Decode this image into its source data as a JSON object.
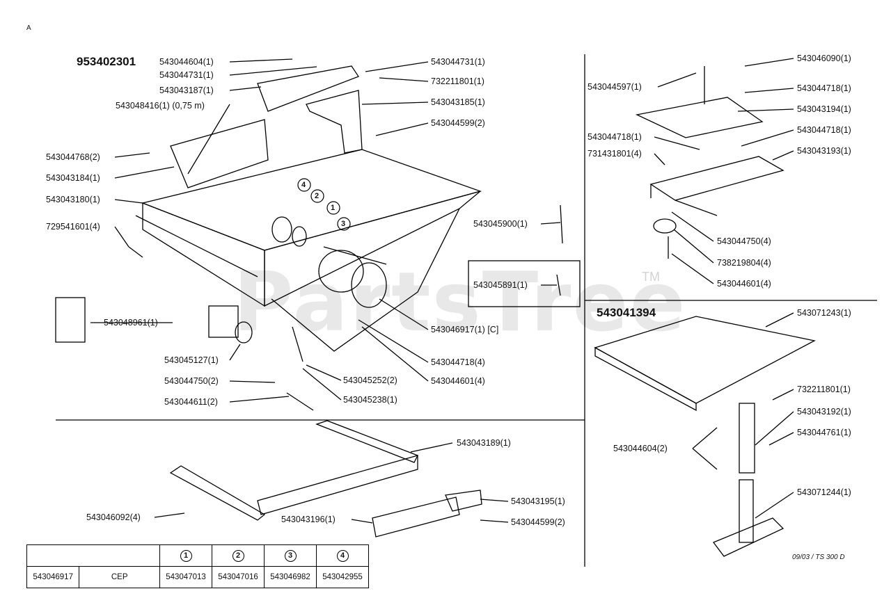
{
  "corner_mark": "A",
  "assembly_main": "953402301",
  "assembly_stand": "543041394",
  "doc_ref": "09/03 / TS 300 D",
  "watermark": "PartsTree",
  "trademark": "TM",
  "callouts_main": {
    "c01": "543044604(1)",
    "c02": "543044731(1)",
    "c03": "543043187(1)",
    "c04": "543048416(1) (0,75 m)",
    "c05": "543044768(2)",
    "c06": "543043184(1)",
    "c07": "543043180(1)",
    "c08": "729541601(4)",
    "c09": "543048961(1)",
    "c10": "543045127(1)",
    "c11": "543044750(2)",
    "c12": "543044611(2)",
    "c13": "543044731(1)",
    "c14": "732211801(1)",
    "c15": "543043185(1)",
    "c16": "543044599(2)",
    "c17": "543045900(1)",
    "c18": "543045891(1)",
    "c19": "543046917(1) [C]",
    "c20": "543044718(4)",
    "c21": "543044601(4)",
    "c22": "543045252(2)",
    "c23": "543045238(1)"
  },
  "callouts_right": {
    "r01": "543046090(1)",
    "r02": "543044597(1)",
    "r03": "543044718(1)",
    "r04": "543043194(1)",
    "r05": "543044718(1)",
    "r06": "543044718(1)",
    "r07": "731431801(4)",
    "r08": "543043193(1)",
    "r09": "543044750(4)",
    "r10": "738219804(4)",
    "r11": "543044601(4)"
  },
  "callouts_stand": {
    "s01": "543071243(1)",
    "s02": "732211801(1)",
    "s03": "543043192(1)",
    "s04": "543044604(2)",
    "s05": "543044761(1)",
    "s06": "543071244(1)"
  },
  "callouts_bottom": {
    "b01": "543043189(1)",
    "b02": "543043195(1)",
    "b03": "543043196(1)",
    "b04": "543044599(2)",
    "b05": "543046092(4)"
  },
  "circled_numbers": [
    "1",
    "2",
    "3",
    "4"
  ],
  "table": {
    "header": [
      "",
      "1",
      "2",
      "3",
      "4"
    ],
    "row": [
      "543046917",
      "CEP",
      "543047013",
      "543047016",
      "543046982",
      "543042955"
    ]
  }
}
